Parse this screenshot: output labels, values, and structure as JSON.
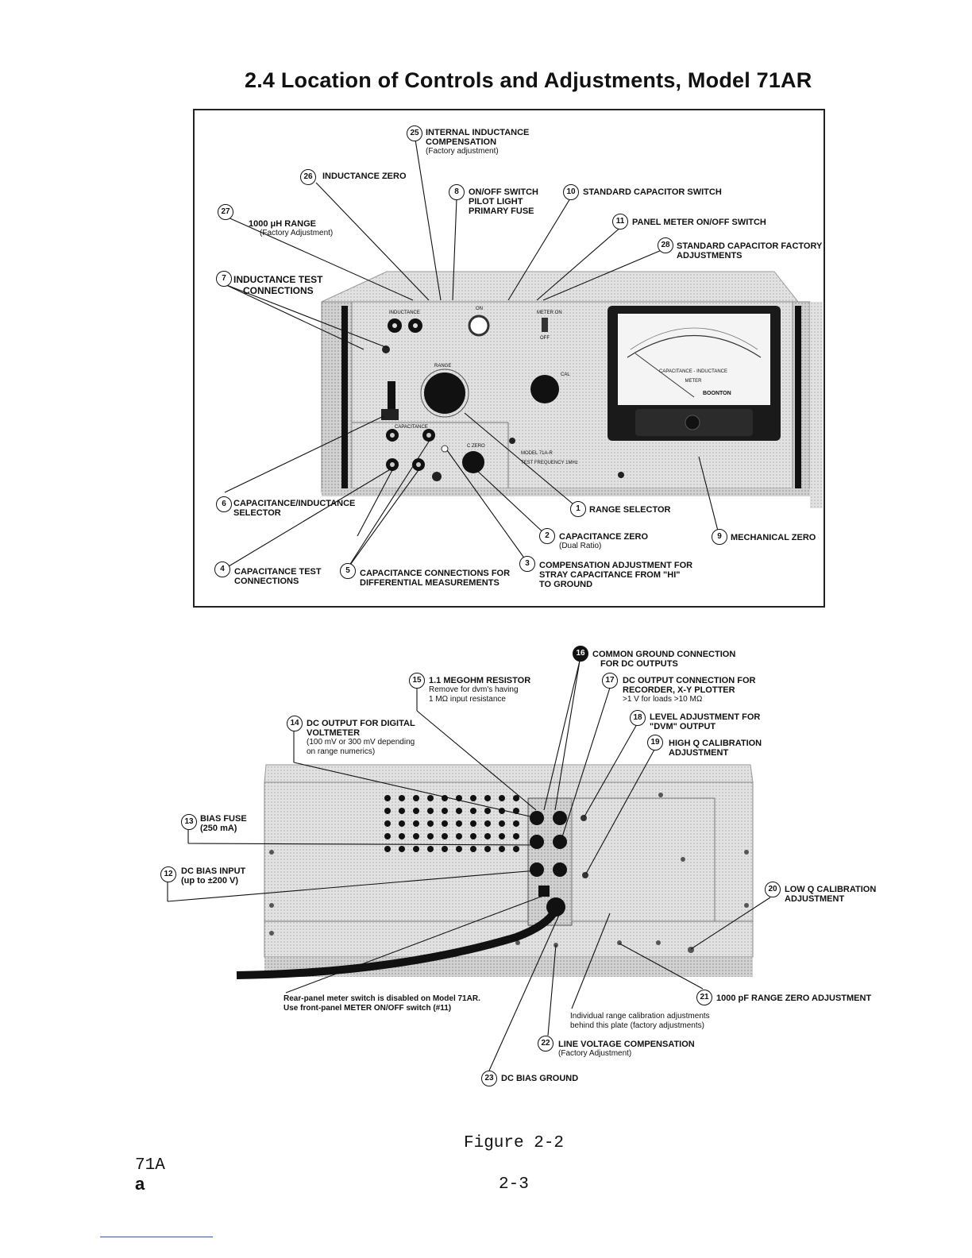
{
  "title": "2.4  Location of Controls and Adjustments, Model 71AR",
  "front_callouts": [
    {
      "n": "25",
      "lines": [
        "INTERNAL INDUCTANCE",
        "COMPENSATION"
      ],
      "sub": "(Factory adjustment)"
    },
    {
      "n": "26",
      "lines": [
        "INDUCTANCE ZERO"
      ],
      "sub": ""
    },
    {
      "n": "8",
      "lines": [
        "ON/OFF SWITCH",
        "PILOT LIGHT",
        "PRIMARY FUSE"
      ],
      "sub": ""
    },
    {
      "n": "10",
      "lines": [
        "STANDARD CAPACITOR SWITCH"
      ],
      "sub": ""
    },
    {
      "n": "11",
      "lines": [
        "PANEL METER ON/OFF SWITCH"
      ],
      "sub": ""
    },
    {
      "n": "27",
      "lines": [
        "1000 μH RANGE"
      ],
      "sub": "(Factory Adjustment)"
    },
    {
      "n": "28",
      "lines": [
        "STANDARD CAPACITOR FACTORY",
        "ADJUSTMENTS"
      ],
      "sub": ""
    },
    {
      "n": "7",
      "lines": [
        "INDUCTANCE TEST",
        "CONNECTIONS"
      ],
      "sub": ""
    },
    {
      "n": "6",
      "lines": [
        "CAPACITANCE/INDUCTANCE",
        "SELECTOR"
      ],
      "sub": ""
    },
    {
      "n": "1",
      "lines": [
        "RANGE SELECTOR"
      ],
      "sub": ""
    },
    {
      "n": "2",
      "lines": [
        "CAPACITANCE ZERO"
      ],
      "sub": "(Dual Ratio)"
    },
    {
      "n": "9",
      "lines": [
        "MECHANICAL ZERO"
      ],
      "sub": ""
    },
    {
      "n": "3",
      "lines": [
        "COMPENSATION ADJUSTMENT FOR",
        "STRAY CAPACITANCE FROM \"HI\"",
        "TO GROUND"
      ],
      "sub": ""
    },
    {
      "n": "4",
      "lines": [
        "CAPACITANCE TEST",
        "CONNECTIONS"
      ],
      "sub": ""
    },
    {
      "n": "5",
      "lines": [
        "CAPACITANCE CONNECTIONS FOR",
        "DIFFERENTIAL MEASUREMENTS"
      ],
      "sub": ""
    }
  ],
  "rear_callouts": [
    {
      "n": "16",
      "lines": [
        "COMMON GROUND CONNECTION",
        "FOR DC OUTPUTS"
      ],
      "sub": ""
    },
    {
      "n": "15",
      "lines": [
        "1.1 MEGOHM RESISTOR"
      ],
      "sub": "Remove for dvm's having\n1 MΩ input resistance"
    },
    {
      "n": "17",
      "lines": [
        "DC OUTPUT CONNECTION FOR",
        "RECORDER, X-Y PLOTTER"
      ],
      "sub": ">1 V for loads >10 MΩ"
    },
    {
      "n": "14",
      "lines": [
        "DC OUTPUT FOR DIGITAL",
        "VOLTMETER"
      ],
      "sub": "(100 mV or 300 mV depending\non range numerics)"
    },
    {
      "n": "18",
      "lines": [
        "LEVEL ADJUSTMENT FOR",
        "\"DVM\" OUTPUT"
      ],
      "sub": ""
    },
    {
      "n": "19",
      "lines": [
        "HIGH Q CALIBRATION",
        "ADJUSTMENT"
      ],
      "sub": ""
    },
    {
      "n": "13",
      "lines": [
        "BIAS FUSE",
        "(250 mA)"
      ],
      "sub": ""
    },
    {
      "n": "12",
      "lines": [
        "DC BIAS INPUT",
        "(up to ±200 V)"
      ],
      "sub": ""
    },
    {
      "n": "20",
      "lines": [
        "LOW Q CALIBRATION",
        "ADJUSTMENT"
      ],
      "sub": ""
    },
    {
      "n": "21",
      "lines": [
        "1000  pF RANGE ZERO ADJUSTMENT"
      ],
      "sub": ""
    },
    {
      "n": "22",
      "lines": [
        "LINE VOLTAGE COMPENSATION"
      ],
      "sub": "(Factory Adjustment)"
    },
    {
      "n": "23",
      "lines": [
        "DC BIAS GROUND"
      ],
      "sub": ""
    }
  ],
  "rear_notes": {
    "meter_switch": "Rear-panel meter switch is disabled on Model 71AR.\nUse front-panel METER ON/OFF switch (#11)",
    "plate": "Individual range calibration adjustments\nbehind this plate (factory adjustments)"
  },
  "panel_text": {
    "meter_line1": "CAPACITANCE - INDUCTANCE",
    "meter_line2": "METER",
    "meter_brand": "BOONTON",
    "model_plate": "MODEL 71A-R",
    "model_freq": "TEST FREQUENCY 1MHz",
    "inductance_label": "INDUCTANCE",
    "capacitance_label": "CAPACITANCE",
    "range_label": "RANGE",
    "on_label": "ON",
    "cal_label": "CAL",
    "meter_on_label": "METER ON",
    "off_label": "OFF",
    "zero_label": "C ZERO"
  },
  "caption": "Figure 2-2",
  "model_code": "71A",
  "mark": "a",
  "page_number": "2-3"
}
